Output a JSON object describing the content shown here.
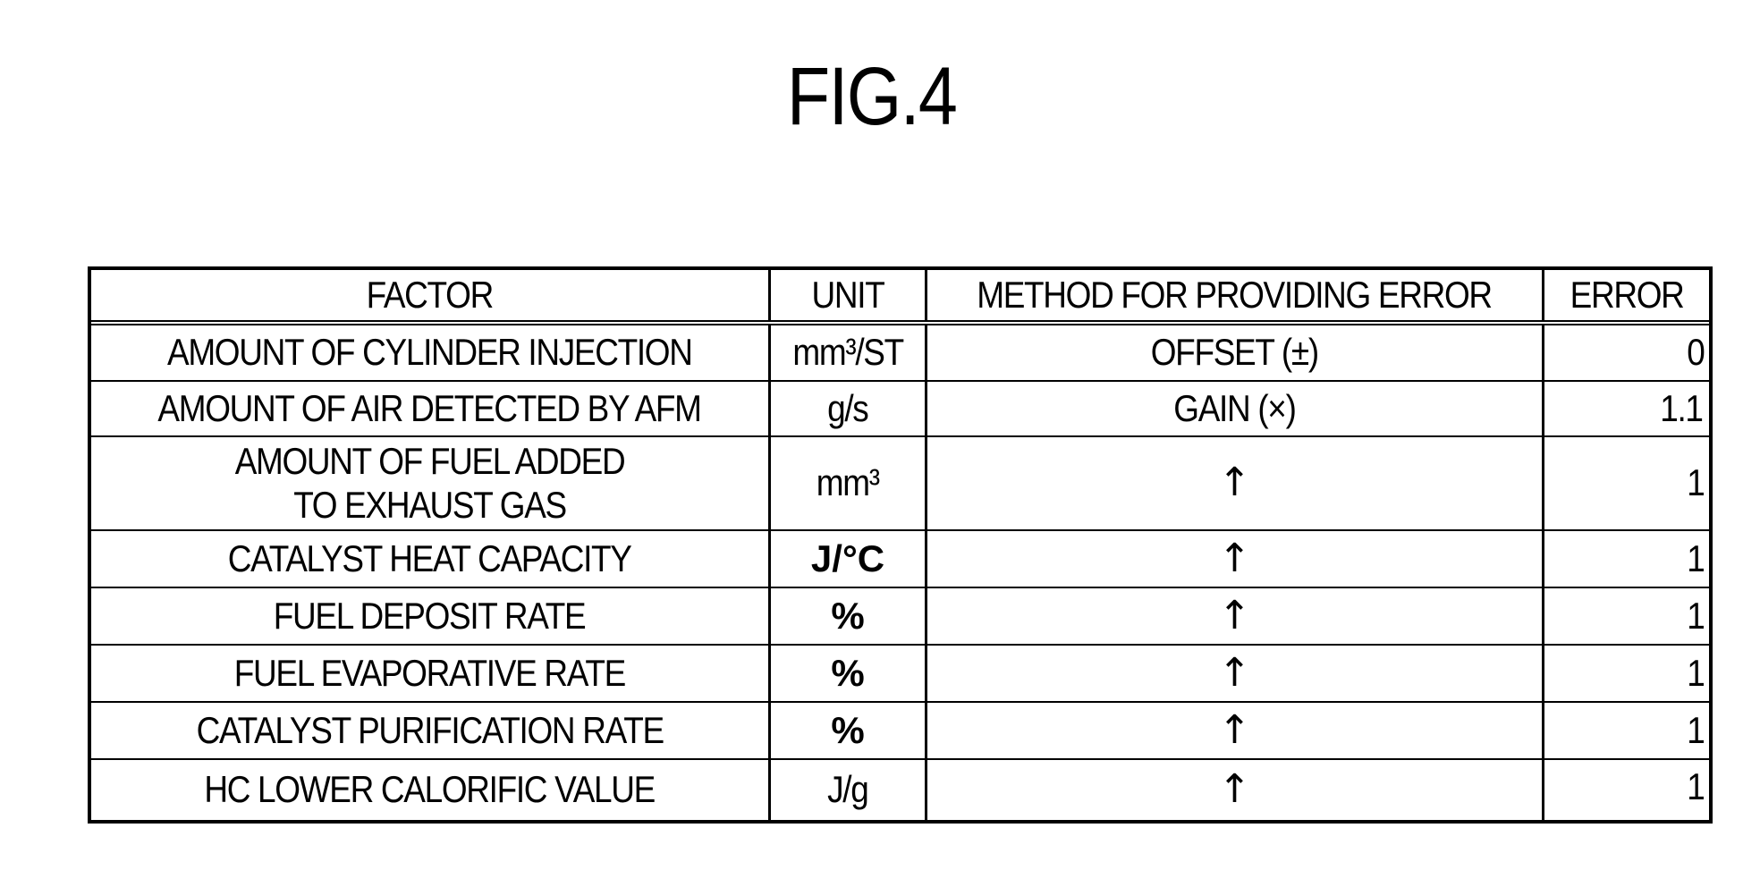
{
  "figure": {
    "title": "FIG.4"
  },
  "table": {
    "headers": {
      "factor": "FACTOR",
      "unit": "UNIT",
      "method": "METHOD FOR PROVIDING ERROR",
      "error": "ERROR"
    },
    "rows": [
      {
        "factor": "AMOUNT OF CYLINDER INJECTION",
        "unit": "mm³/ST",
        "method": "OFFSET (±)",
        "error": "0"
      },
      {
        "factor": "AMOUNT OF AIR DETECTED BY AFM",
        "unit": "g/s",
        "method": "GAIN (×)",
        "error": "1.1"
      },
      {
        "factor_line1": "AMOUNT OF FUEL ADDED",
        "factor_line2": "TO EXHAUST GAS",
        "unit": "mm³",
        "method": "↑",
        "error": "1"
      },
      {
        "factor": "CATALYST HEAT CAPACITY",
        "unit": "J/°C",
        "method": "↑",
        "error": "1"
      },
      {
        "factor": "FUEL DEPOSIT RATE",
        "unit": "%",
        "method": "↑",
        "error": "1"
      },
      {
        "factor": "FUEL EVAPORATIVE RATE",
        "unit": "%",
        "method": "↑",
        "error": "1"
      },
      {
        "factor": "CATALYST PURIFICATION RATE",
        "unit": "%",
        "method": "↑",
        "error": "1"
      },
      {
        "factor": "HC LOWER CALORIFIC VALUE",
        "unit": "J/g",
        "method": "↑",
        "error": "1"
      }
    ]
  }
}
